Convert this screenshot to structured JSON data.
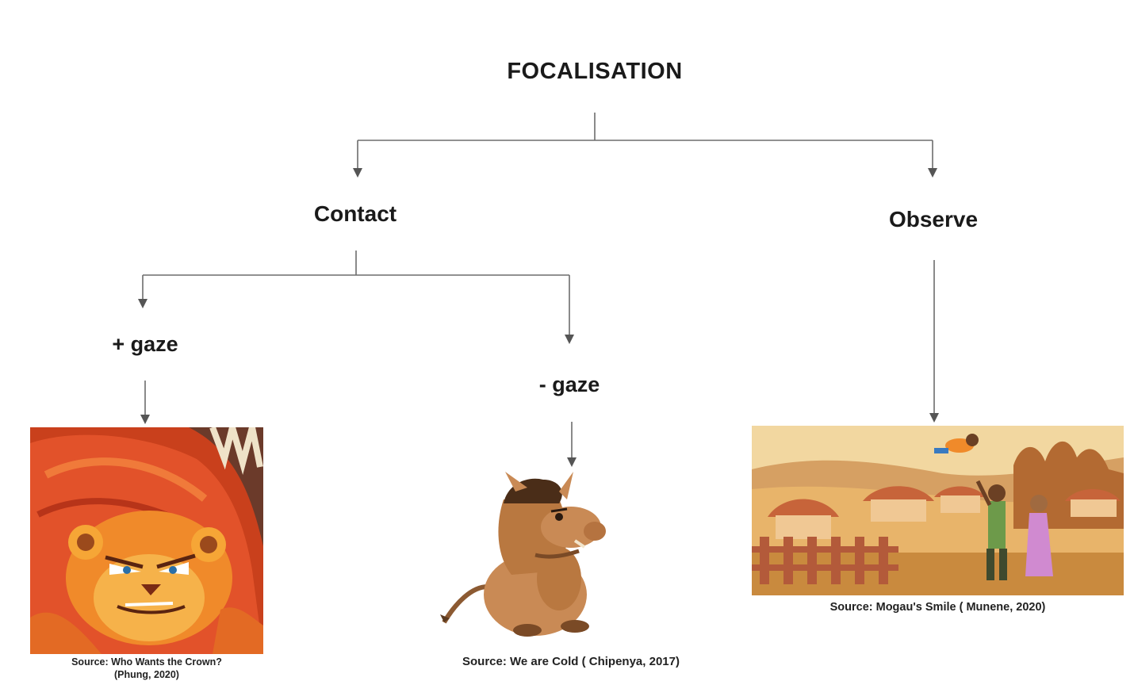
{
  "diagram": {
    "root": "FOCALISATION",
    "branches": {
      "contact": "Contact",
      "observe": "Observe",
      "plus_gaze": "+ gaze",
      "minus_gaze": "- gaze"
    }
  },
  "illustrations": {
    "lion": {
      "caption_line1": "Source: Who Wants the Crown?",
      "caption_line2": "(Phung, 2020)"
    },
    "hog": {
      "caption": "Source: We are Cold ( Chipenya, 2017)"
    },
    "village": {
      "caption": "Source: Mogau's Smile ( Munene, 2020)"
    }
  },
  "colors": {
    "edge": "#6d6d6d",
    "lion_mane": "#d9401f",
    "hog_body": "#c98a55",
    "village_ground": "#d9a35a"
  }
}
